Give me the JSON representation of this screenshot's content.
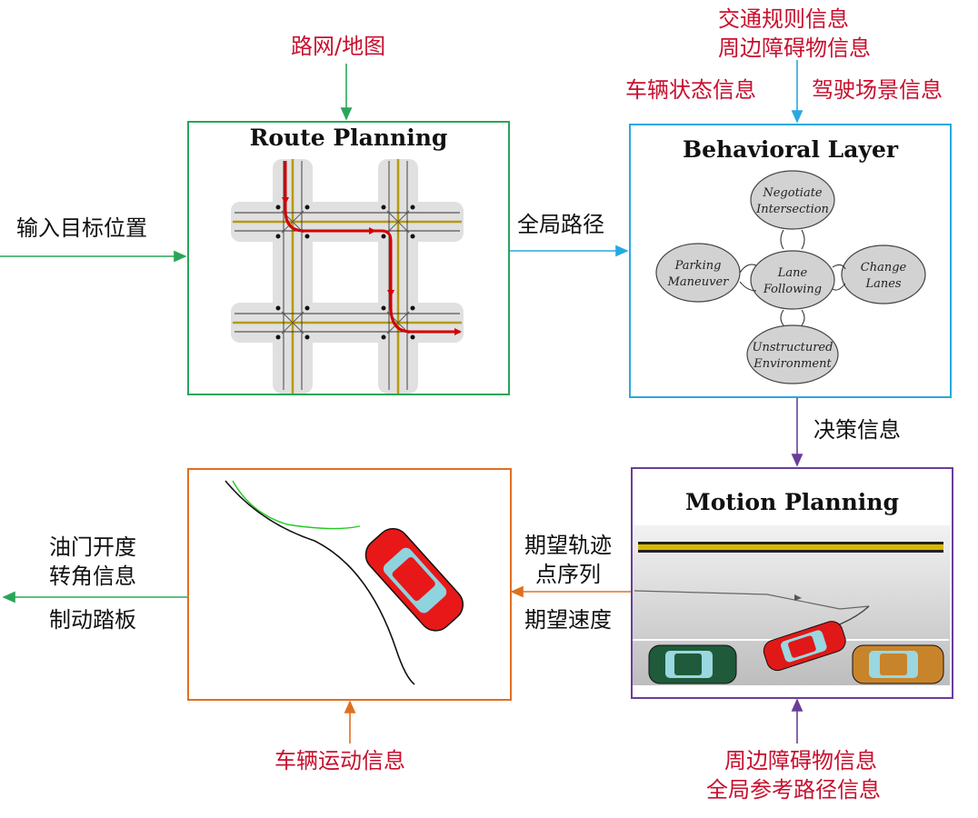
{
  "inputs": {
    "road_map": "路网/地图",
    "target_position": "输入目标位置",
    "traffic_rules": "交通规则信息",
    "surrounding_obstacles_top": "周边障碍物信息",
    "vehicle_state": "车辆状态信息",
    "driving_scene": "驾驶场景信息",
    "vehicle_motion": "车辆运动信息",
    "surrounding_obstacles_bottom": "周边障碍物信息",
    "global_reference_path": "全局参考路径信息"
  },
  "flows": {
    "global_path": "全局路径",
    "decision_info": "决策信息",
    "expected_trajectory_line1": "期望轨迹",
    "expected_trajectory_line2": "点序列",
    "expected_speed": "期望速度",
    "throttle": "油门开度",
    "steering": "转角信息",
    "brake": "制动踏板"
  },
  "modules": {
    "route_planning": {
      "title": "Route Planning"
    },
    "behavioral_layer": {
      "title": "Behavioral Layer",
      "states": {
        "negotiate_line1": "Negotiate",
        "negotiate_line2": "Intersection",
        "lane_line1": "Lane",
        "lane_line2": "Following",
        "parking_line1": "Parking",
        "parking_line2": "Maneuver",
        "change_line1": "Change",
        "change_line2": "Lanes",
        "unstructured_line1": "Unstructured",
        "unstructured_line2": "Environment"
      }
    },
    "motion_planning": {
      "title": "Motion Planning"
    },
    "vehicle_control": {}
  },
  "colors": {
    "route_box": "#2aa55a",
    "behavior_box": "#29a8e0",
    "motion_box": "#6a3d9a",
    "control_box": "#e07020",
    "input_text": "#c8102e"
  }
}
